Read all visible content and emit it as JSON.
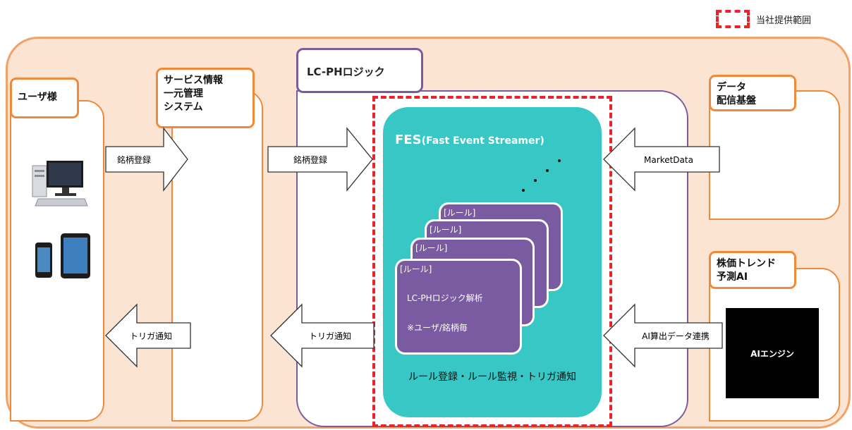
{
  "legend": {
    "text": "当社提供範囲"
  },
  "user": {
    "title": "ユーザ様"
  },
  "service": {
    "title_lines": [
      "サービス情報",
      "一元管理",
      "システム"
    ]
  },
  "lc_logic": {
    "title": "LC-PHロジック"
  },
  "fes": {
    "title_main": "FES",
    "title_sub": "(Fast Event Streamer)",
    "rule_label": "[ルール]",
    "rule_line1": "LC-PHロジック解析",
    "rule_line2": "※ユーザ/銘柄毎",
    "bottom_label": "ルール登録・ルール監視・トリガ通知"
  },
  "data_platform": {
    "title_lines": [
      "データ",
      "配信基盤"
    ]
  },
  "ai": {
    "title_lines": [
      "株価トレンド",
      "予測AI"
    ],
    "engine_label": "AIエンジン"
  },
  "arrows": {
    "reg1": "銘柄登録",
    "reg2": "銘柄登録",
    "market": "MarketData",
    "trig1": "トリガ通知",
    "trig2": "トリガ通知",
    "ai_link": "AI算出データ連携"
  },
  "colors": {
    "orange": "#f08a3a",
    "purple": "#7a5c9e",
    "teal": "#37c7c4",
    "red": "#e8242a"
  }
}
